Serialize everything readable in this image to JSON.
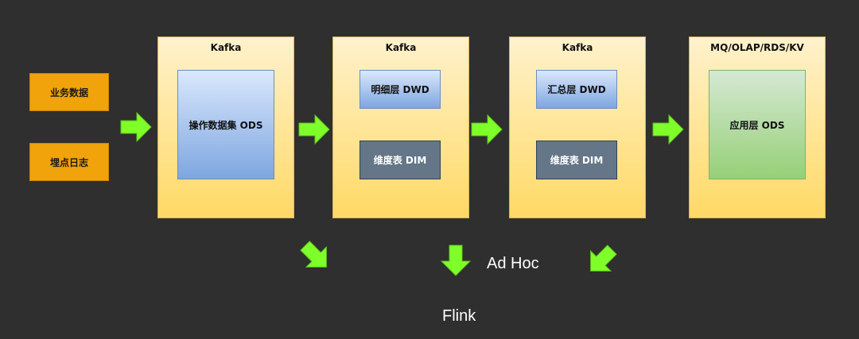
{
  "sources": {
    "business_data": "业务数据",
    "tracking_log": "埋点日志"
  },
  "stage1": {
    "title": "Kafka",
    "ods": "操作数据集 ODS"
  },
  "stage2": {
    "title": "Kafka",
    "dwd": "明细层 DWD",
    "dim": "维度表 DIM"
  },
  "stage3": {
    "title": "Kafka",
    "dws": "汇总层 DWD",
    "dim": "维度表 DIM"
  },
  "stage4": {
    "title": "MQ/OLAP/RDS/KV",
    "ads": "应用层 ODS"
  },
  "bottom": {
    "adhoc": "Ad Hoc",
    "flink": "Flink"
  },
  "colors": {
    "background": "#2f2f2f",
    "arrow": "#7fff2a",
    "source": "#f0a30a",
    "stage": "#ffd966",
    "blue_box": "#7ea6e0",
    "gray_box": "#647687",
    "green_box": "#97d077"
  },
  "icons": {
    "flow_arrow": "block-arrow-icon"
  }
}
